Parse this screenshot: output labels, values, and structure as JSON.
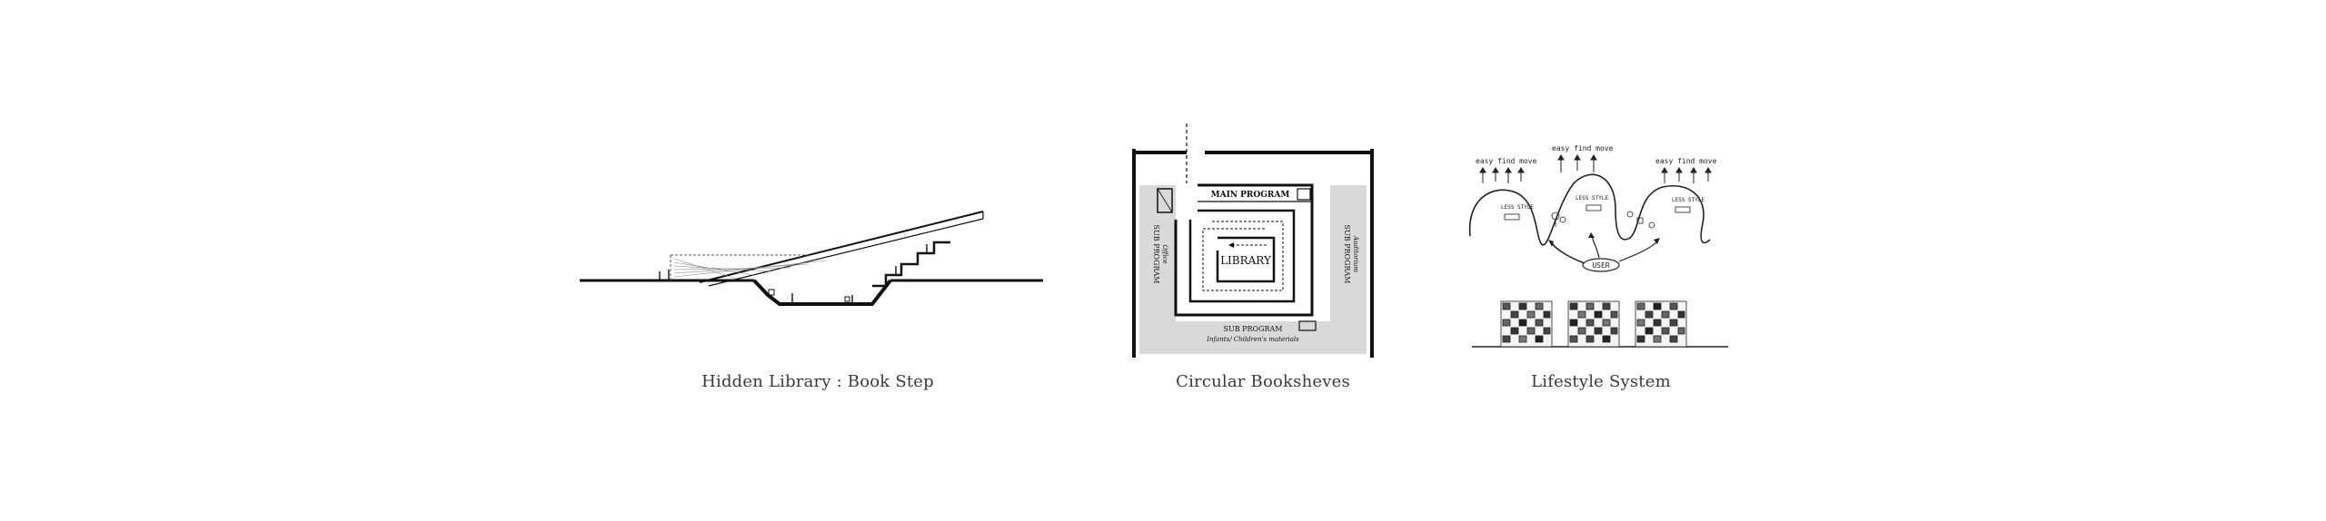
{
  "panels": {
    "hidden_library": {
      "caption": "Hidden Library : Book Step"
    },
    "circular_bookshelves": {
      "caption": "Circular Booksheves",
      "labels": {
        "main_program": "MAIN PROGRAM",
        "library": "LIBRARY",
        "sub_program_left": "SUB PROGRAM",
        "sub_program_left_note": "Office",
        "sub_program_right": "SUB PROGRAM",
        "sub_program_right_note": "Auditorium",
        "sub_program_bottom": "SUB PROGRAM",
        "sub_program_bottom_note": "Infants/ Children's materials"
      }
    },
    "lifestyle_system": {
      "caption": "Lifestyle System",
      "labels": {
        "top_left": "easy find move",
        "top_middle": "easy find move",
        "top_right": "easy find move",
        "bubble_left": "LESS STYLE",
        "bubble_middle": "LESS STYLE",
        "bubble_right": "LESS STYLE",
        "center": "USER"
      }
    }
  },
  "colors": {
    "ink": "#111111",
    "zone_fill": "#d9d9d9",
    "caption_text": "#3a3a3a"
  }
}
